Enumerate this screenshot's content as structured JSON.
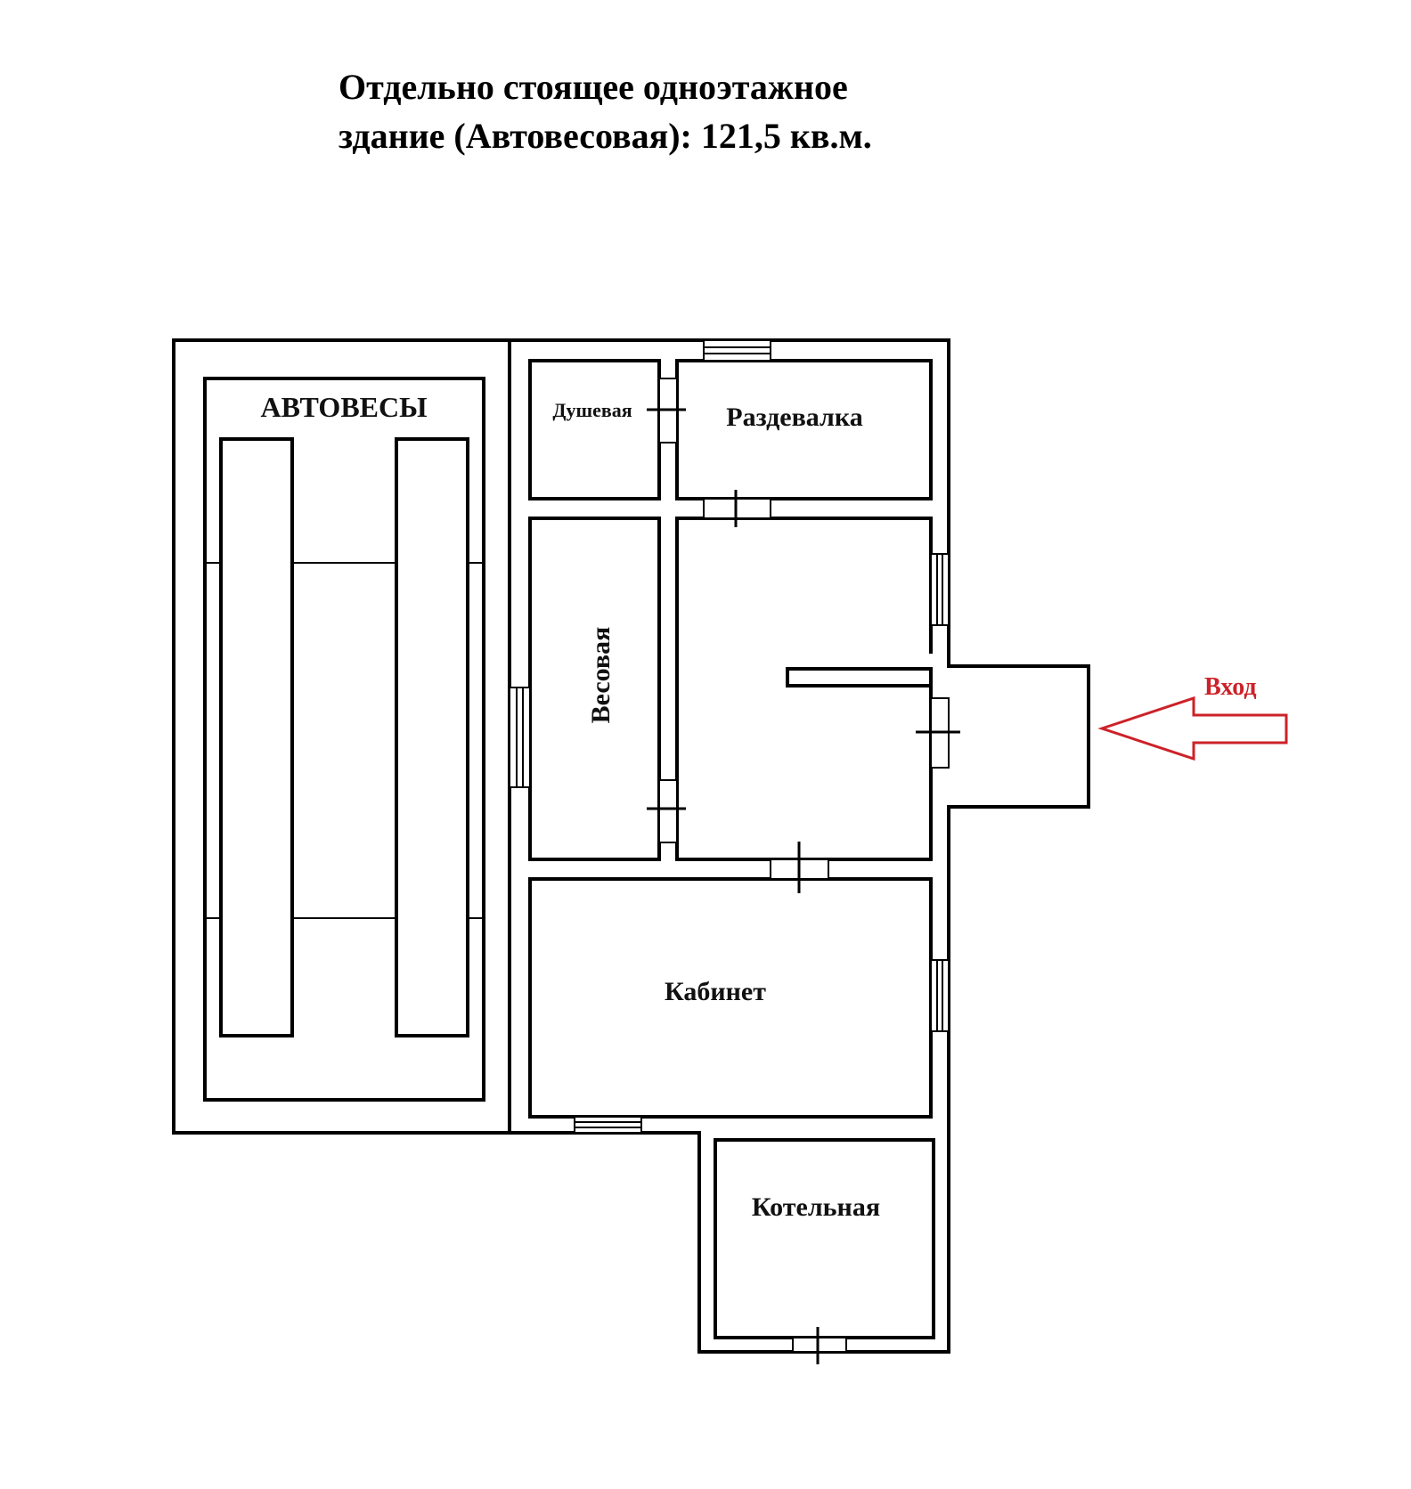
{
  "title": {
    "line1": "Отдельно стоящее одноэтажное",
    "line2": "здание (Автовесовая): 121,5 кв.м."
  },
  "rooms": {
    "avtovesy": "АВТОВЕСЫ",
    "dushevaya": "Душевая",
    "razdevalka": "Раздевалка",
    "vesovaya": "Весовая",
    "kabinet": "Кабинет",
    "kotelnaya": "Котельная"
  },
  "entrance": {
    "label": "Вход",
    "color": "#cc2229"
  },
  "colors": {
    "wall": "#000000",
    "background": "#ffffff"
  }
}
